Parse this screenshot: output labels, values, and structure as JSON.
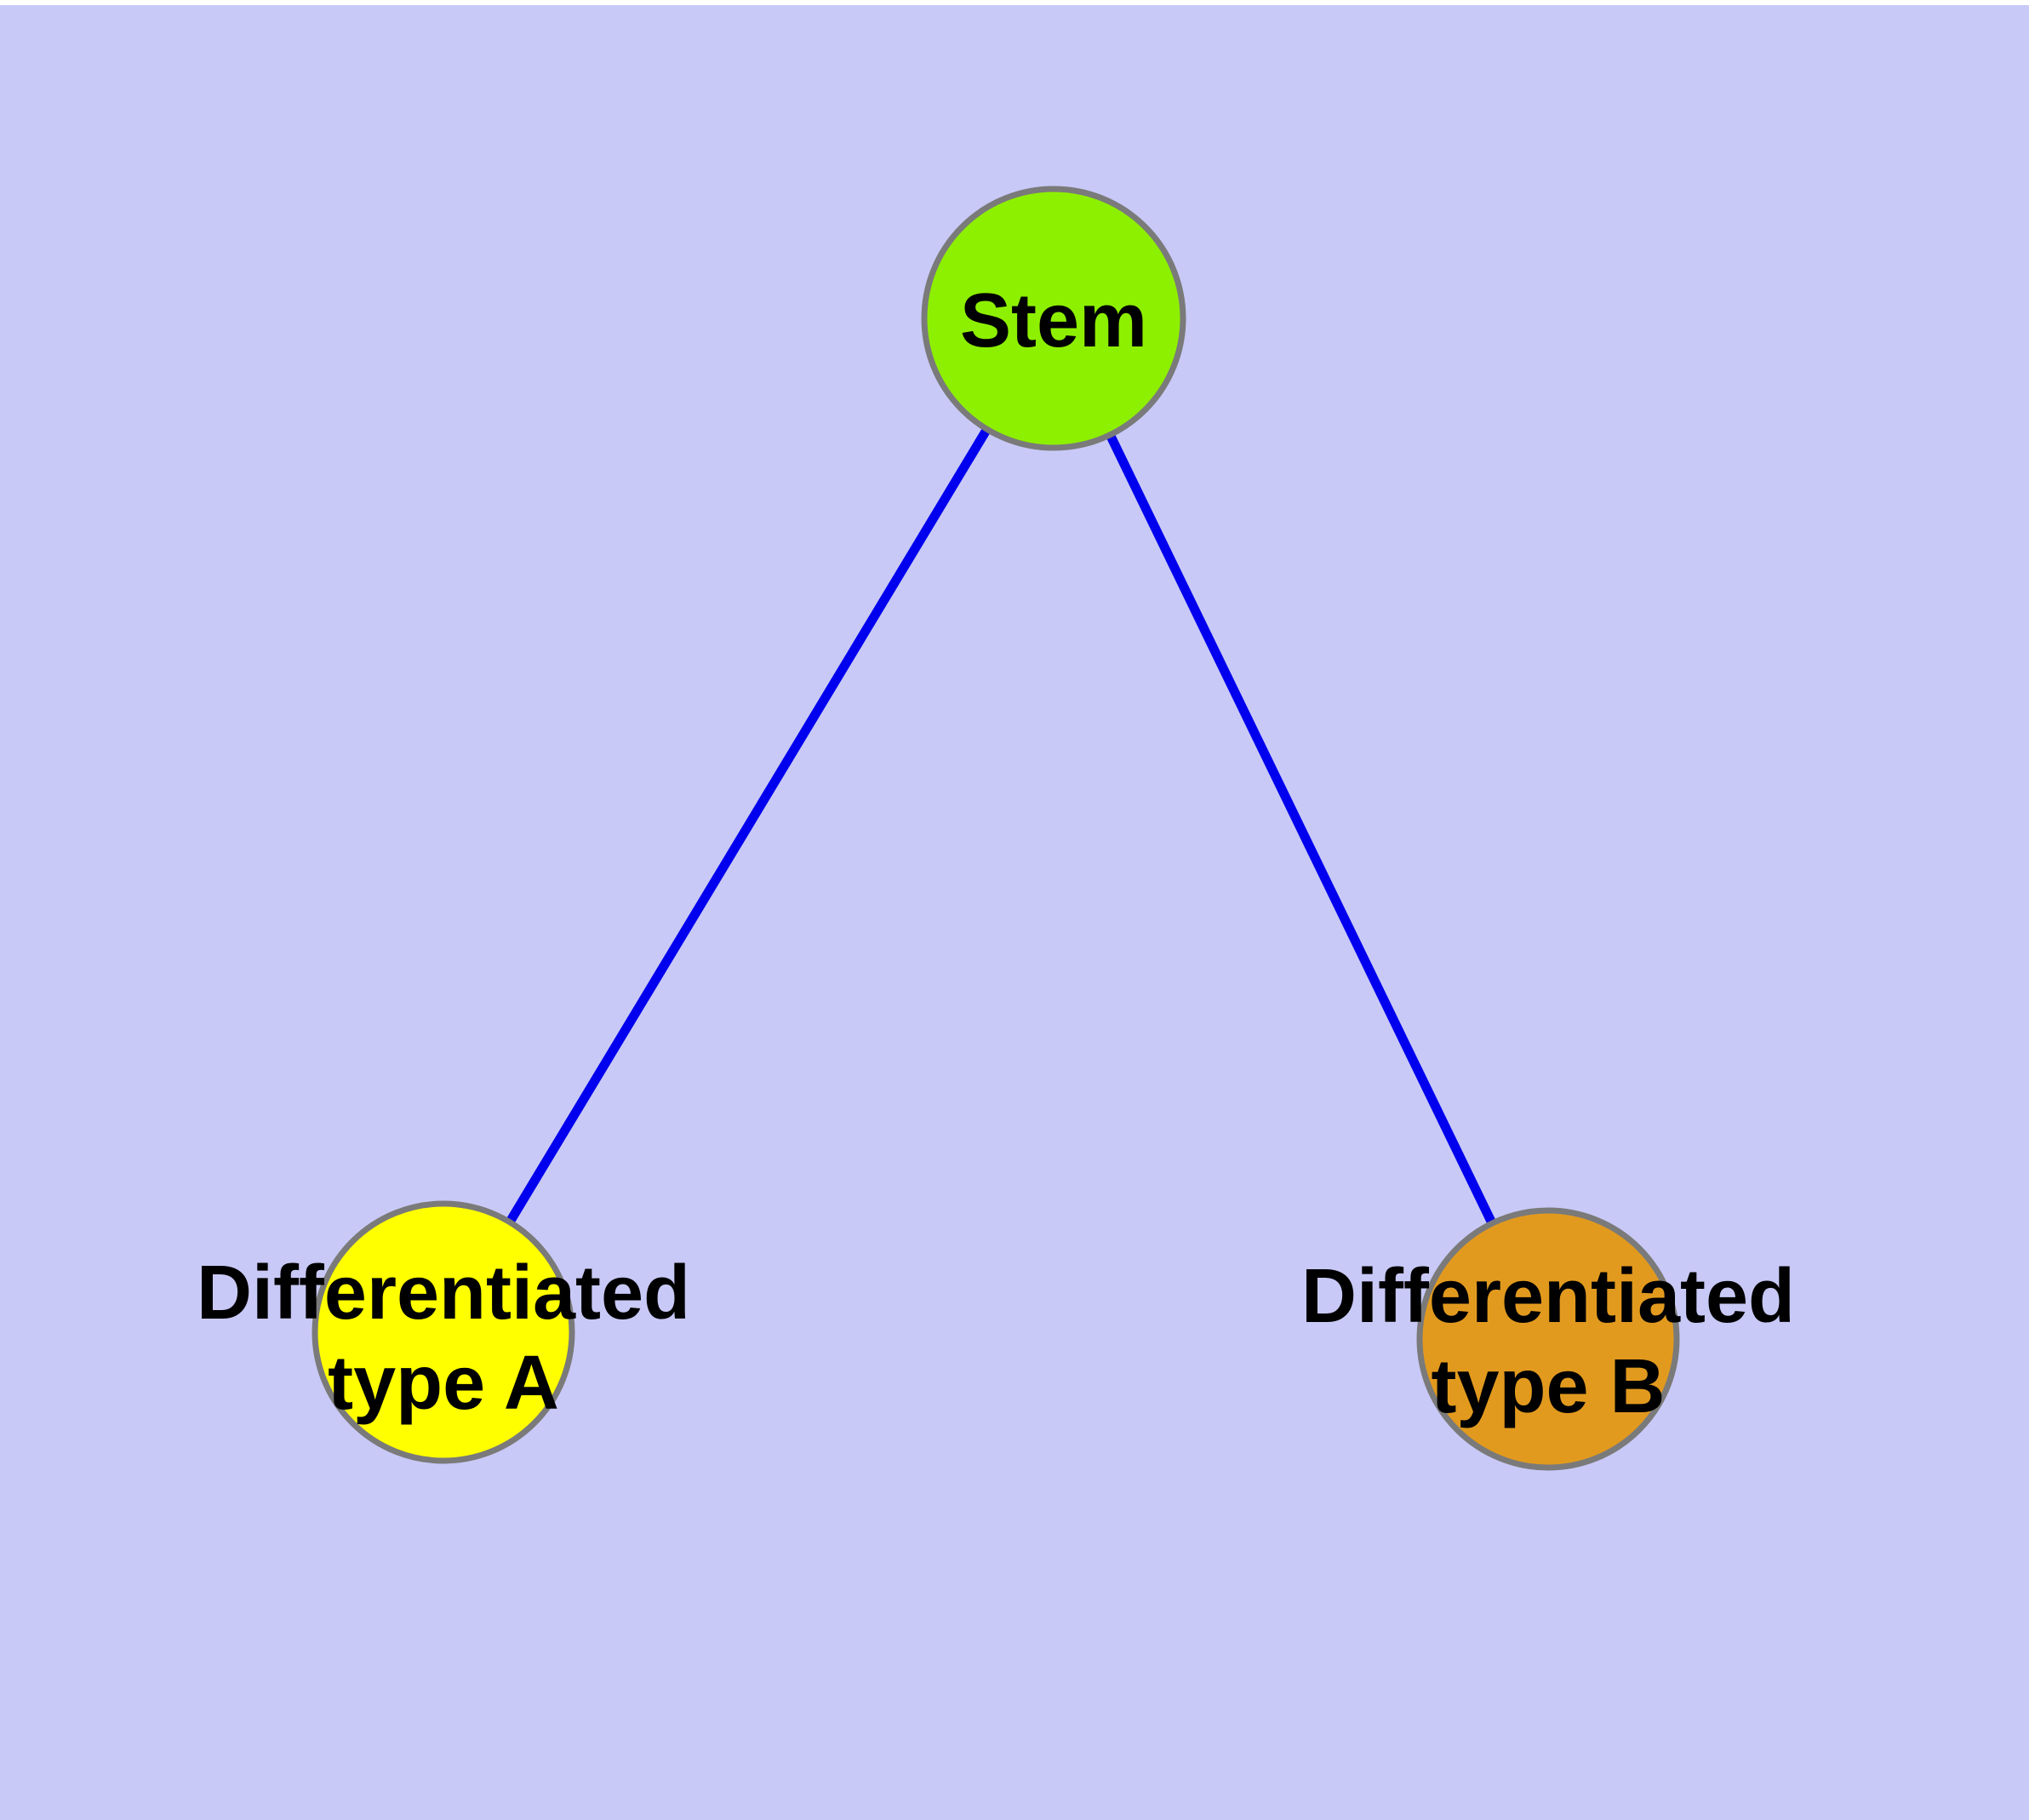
{
  "diagram": {
    "type": "node-link-graph",
    "background_color": "#C9C9F7",
    "top_margin_color": "#FFFFFF",
    "text_color": "#000000",
    "node_border_color": "#7A7A7A",
    "edge_color": "#0000EE",
    "nodes": [
      {
        "id": "stem",
        "label": "Stem",
        "fill": "#8DF000"
      },
      {
        "id": "type_a",
        "label": "Differentiated type A",
        "line1": "Differentiated",
        "line2": "type A",
        "fill": "#FFFF00"
      },
      {
        "id": "type_b",
        "label": "Differentiated type B",
        "line1": "Differentiated",
        "line2": "type B",
        "fill": "#E29A1E"
      }
    ],
    "edges": [
      {
        "from": "Stem",
        "to": "Differentiated type A"
      },
      {
        "from": "Stem",
        "to": "Differentiated type B"
      }
    ]
  }
}
